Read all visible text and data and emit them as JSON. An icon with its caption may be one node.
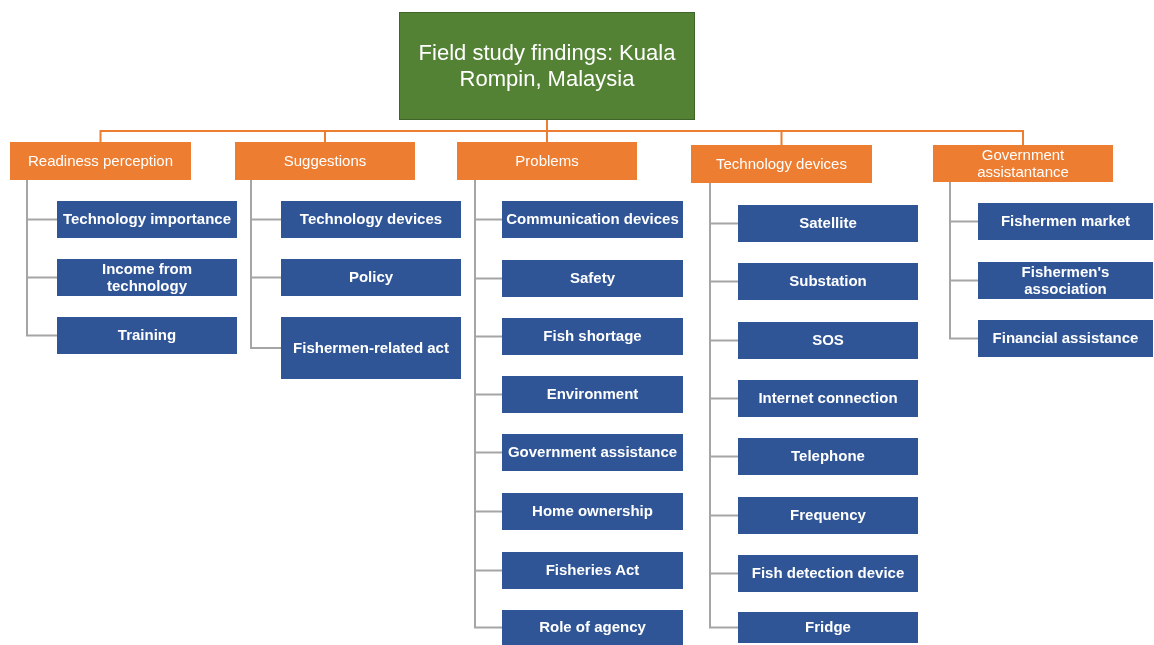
{
  "diagram": {
    "nodes": [
      {
        "text": [
          "Field study findings: Kuala Rompin, Malaysia"
        ]
      },
      {
        "text": [
          "Readiness perception"
        ]
      },
      {
        "text": [
          "Technology importance"
        ]
      },
      {
        "text": [
          "Income from technology"
        ]
      },
      {
        "text": [
          "Training"
        ]
      },
      {
        "text": [
          "Suggestions"
        ]
      },
      {
        "text": [
          "Technology devices"
        ]
      },
      {
        "text": [
          "Policy"
        ]
      },
      {
        "text": [
          "Fishermen-related act"
        ]
      },
      {
        "text": [
          "Problems"
        ]
      },
      {
        "text": [
          "Communication devices"
        ]
      },
      {
        "text": [
          "Safety"
        ]
      },
      {
        "text": [
          "Fish shortage"
        ]
      },
      {
        "text": [
          "Environment"
        ]
      },
      {
        "text": [
          "Government assistance"
        ]
      },
      {
        "text": [
          "Home ownership"
        ]
      },
      {
        "text": [
          "Fisheries Act"
        ]
      },
      {
        "text": [
          "Role of agency"
        ]
      },
      {
        "text": [
          "Technology devices"
        ]
      },
      {
        "text": [
          "Satellite"
        ]
      },
      {
        "text": [
          "Substation"
        ]
      },
      {
        "text": [
          "SOS"
        ]
      },
      {
        "text": [
          "Internet connection"
        ]
      },
      {
        "text": [
          "Telephone"
        ]
      },
      {
        "text": [
          "Frequency"
        ]
      },
      {
        "text": [
          "Fish detection device"
        ]
      },
      {
        "text": [
          "Fridge"
        ]
      },
      {
        "text": [
          "Government assistantance"
        ]
      },
      {
        "text": [
          "Fishermen market"
        ]
      },
      {
        "text": [
          "Fishermen's association"
        ]
      },
      {
        "text": [
          "Financial assistance"
        ]
      }
    ],
    "edges": [
      {
        "from": 0,
        "to": 1,
        "arrow": "none",
        "color": "#ed7d31"
      },
      {
        "from": 0,
        "to": 5,
        "arrow": "none",
        "color": "#ed7d31"
      },
      {
        "from": 0,
        "to": 9,
        "arrow": "none",
        "color": "#ed7d31"
      },
      {
        "from": 0,
        "to": 18,
        "arrow": "none",
        "color": "#ed7d31"
      },
      {
        "from": 0,
        "to": 27,
        "arrow": "none",
        "color": "#ed7d31"
      },
      {
        "from": 1,
        "to": 2,
        "arrow": "none"
      },
      {
        "from": 1,
        "to": 3,
        "arrow": "none"
      },
      {
        "from": 1,
        "to": 4,
        "arrow": "none"
      },
      {
        "from": 5,
        "to": 6,
        "arrow": "none"
      },
      {
        "from": 5,
        "to": 7,
        "arrow": "none"
      },
      {
        "from": 5,
        "to": 8,
        "arrow": "none"
      },
      {
        "from": 9,
        "to": 10,
        "arrow": "none"
      },
      {
        "from": 9,
        "to": 11,
        "arrow": "none"
      },
      {
        "from": 9,
        "to": 12,
        "arrow": "none"
      },
      {
        "from": 9,
        "to": 13,
        "arrow": "none"
      },
      {
        "from": 9,
        "to": 14,
        "arrow": "none"
      },
      {
        "from": 9,
        "to": 15,
        "arrow": "none"
      },
      {
        "from": 9,
        "to": 16,
        "arrow": "none"
      },
      {
        "from": 9,
        "to": 17,
        "arrow": "none"
      },
      {
        "from": 18,
        "to": 19,
        "arrow": "none"
      },
      {
        "from": 18,
        "to": 20,
        "arrow": "none"
      },
      {
        "from": 18,
        "to": 21,
        "arrow": "none"
      },
      {
        "from": 18,
        "to": 22,
        "arrow": "none"
      },
      {
        "from": 18,
        "to": 23,
        "arrow": "none"
      },
      {
        "from": 18,
        "to": 24,
        "arrow": "none"
      },
      {
        "from": 18,
        "to": 25,
        "arrow": "none"
      },
      {
        "from": 18,
        "to": 26,
        "arrow": "none"
      },
      {
        "from": 27,
        "to": 28,
        "arrow": "none"
      },
      {
        "from": 27,
        "to": 29,
        "arrow": "none"
      },
      {
        "from": 27,
        "to": 30,
        "arrow": "none"
      }
    ]
  }
}
